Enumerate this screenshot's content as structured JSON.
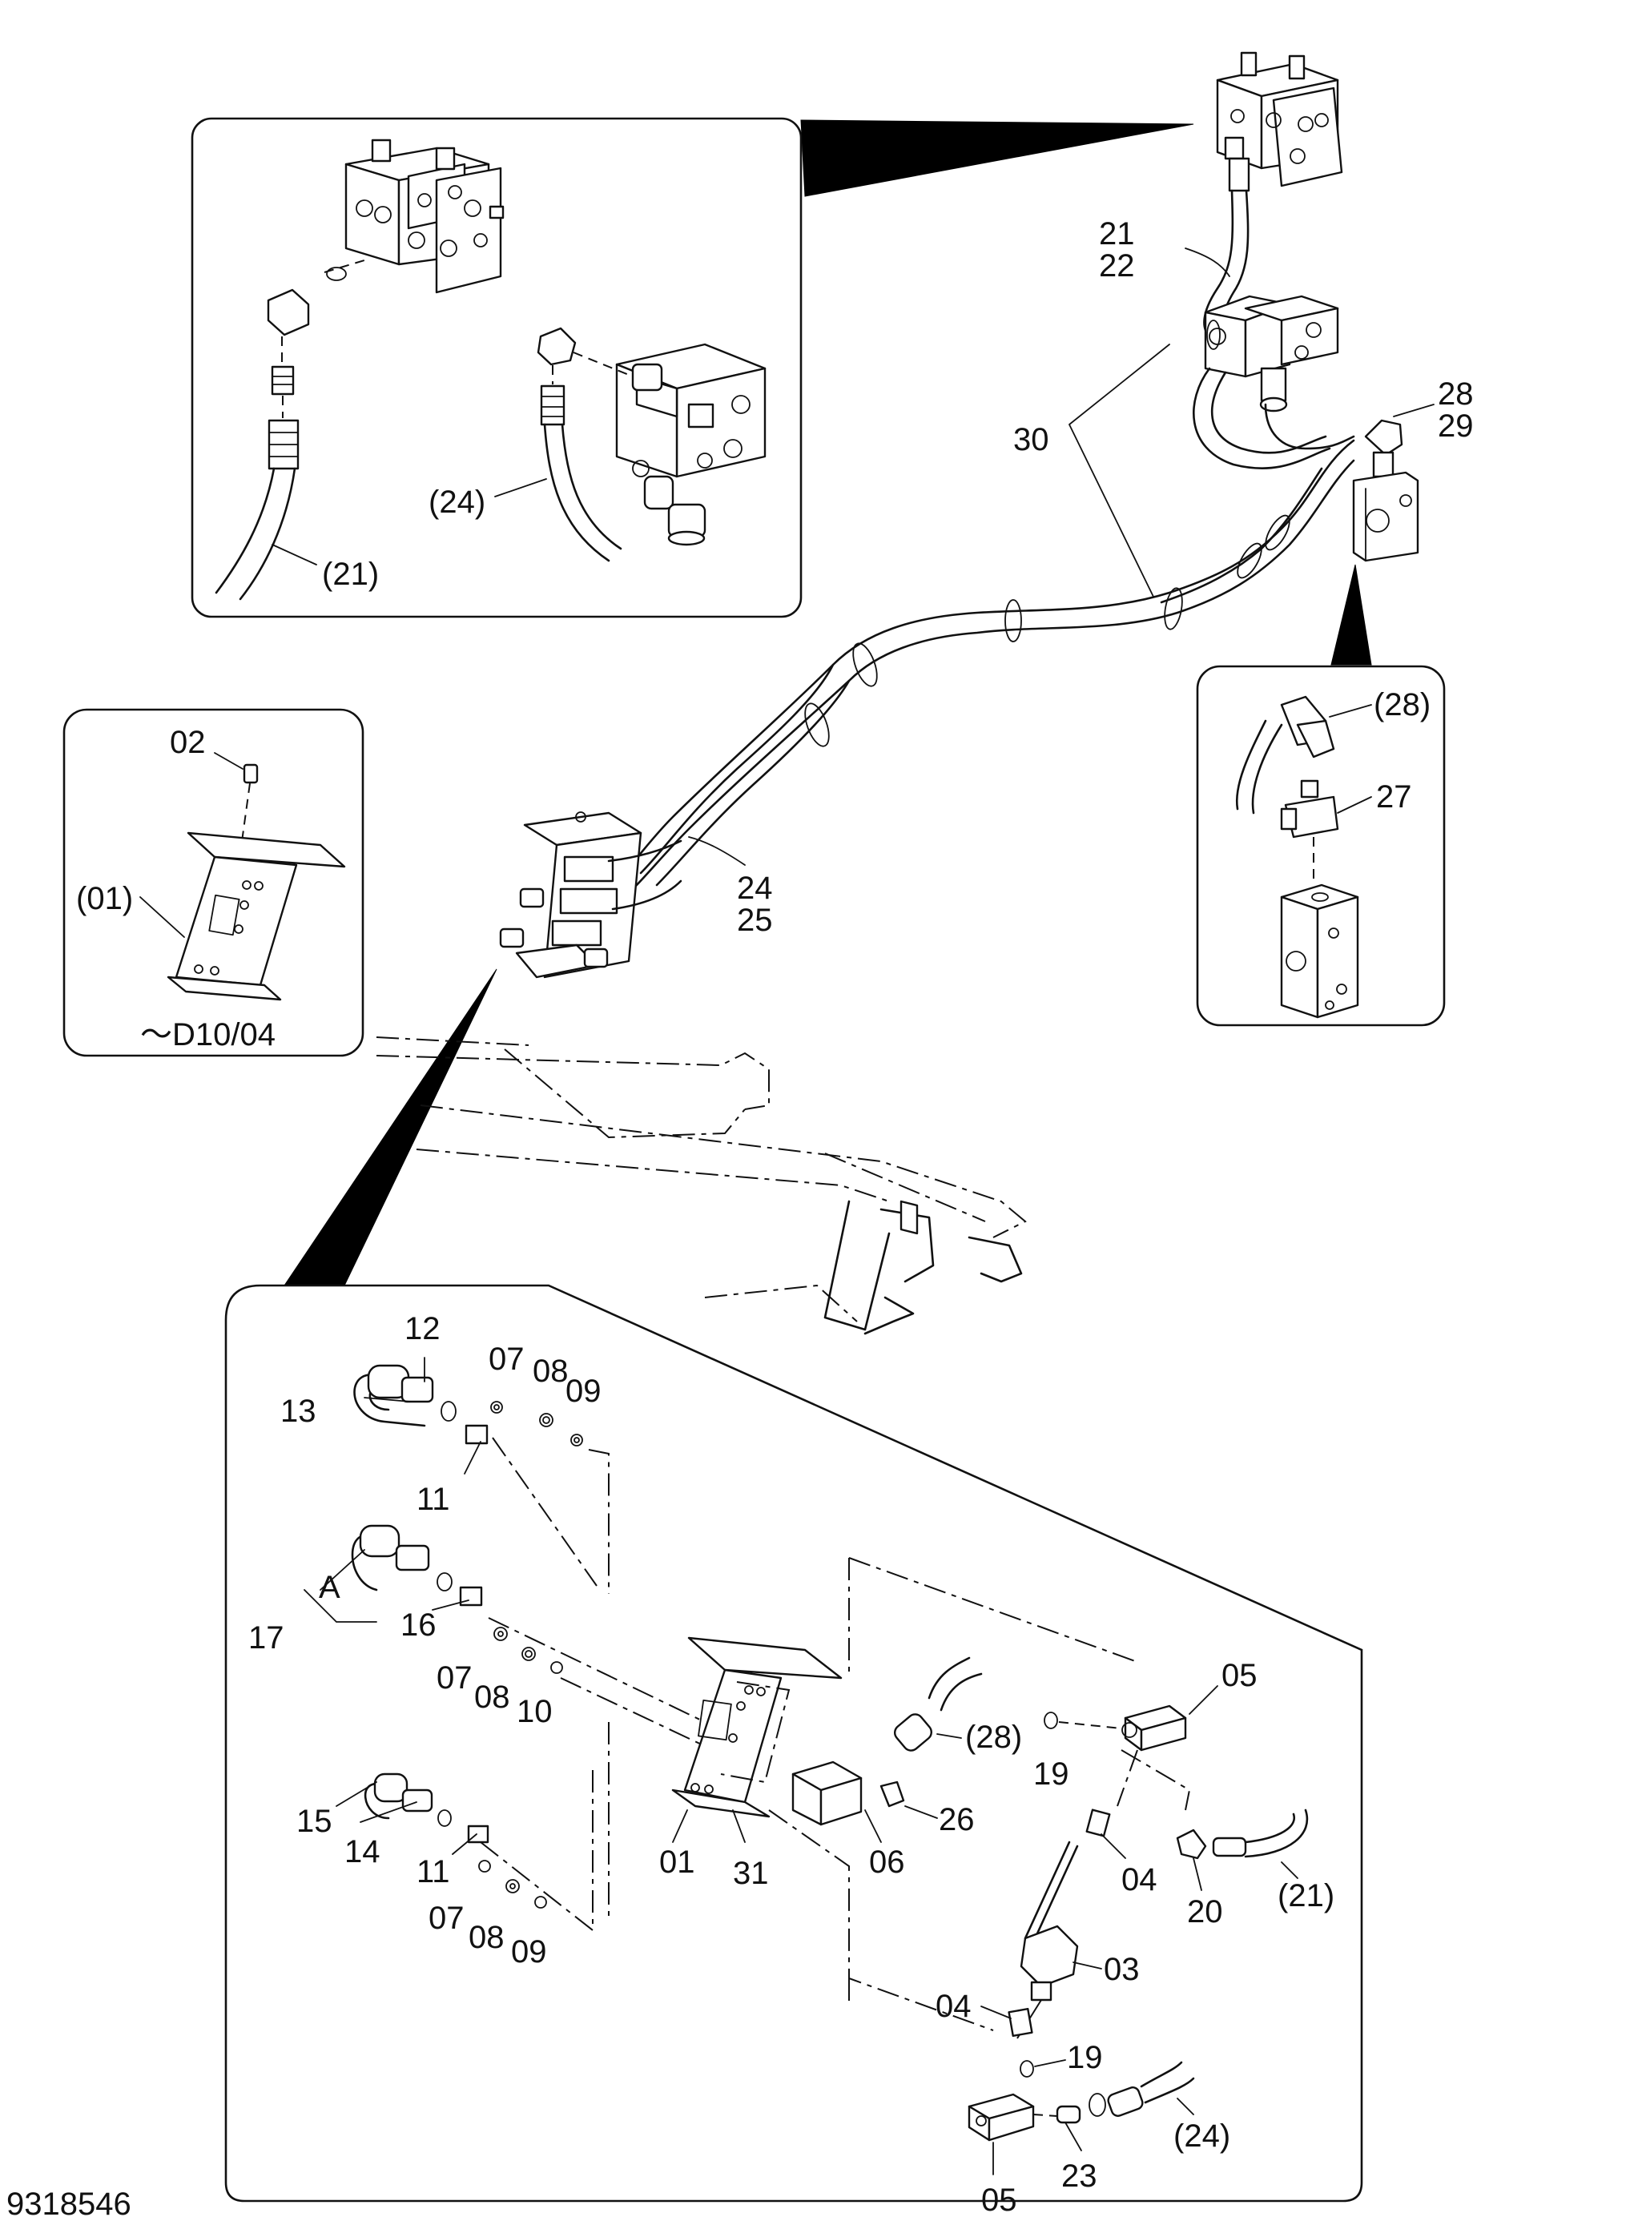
{
  "drawing_number": "9318546",
  "callouts": {
    "top_21": "21",
    "top_22": "22",
    "top_30": "30",
    "top_28": "28",
    "top_29": "29",
    "top_24": "24",
    "top_25": "25",
    "inset_a_24": "(24)",
    "inset_a_21": "(21)",
    "inset_b_02": "02",
    "inset_b_01": "(01)",
    "inset_b_ref": "～D10/04",
    "inset_c_28": "(28)",
    "inset_c_27": "27",
    "d_12": "12",
    "d_13": "13",
    "d_11a": "11",
    "d_07a": "07",
    "d_08a": "08",
    "d_09a": "09",
    "d_A": "A",
    "d_17": "17",
    "d_16": "16",
    "d_07b": "07",
    "d_08b": "08",
    "d_10": "10",
    "d_15": "15",
    "d_14": "14",
    "d_11b": "11",
    "d_07c": "07",
    "d_08c": "08",
    "d_09c": "09",
    "d_01": "01",
    "d_31": "31",
    "d_06": "06",
    "d_26": "26",
    "d_28": "(28)",
    "d_05a": "05",
    "d_19a": "19",
    "d_04a": "04",
    "d_20": "20",
    "d_21": "(21)",
    "d_03": "03",
    "d_04b": "04",
    "d_19b": "19",
    "d_24": "(24)",
    "d_23": "23",
    "d_05b": "05"
  }
}
